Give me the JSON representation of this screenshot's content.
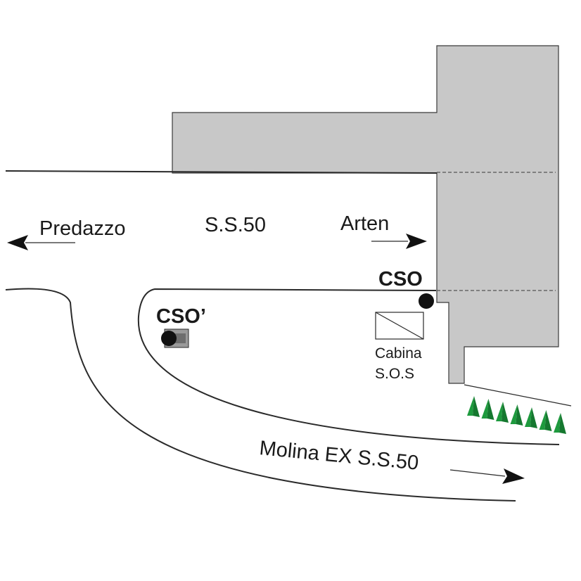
{
  "colors": {
    "building": "#c8c8c8",
    "outline": "#2a2a2a",
    "marker": "#111111",
    "vegetation": "#1e9a3e",
    "background": "#ffffff"
  },
  "roads": {
    "ss50_label": "S.S.50",
    "west_direction": "Predazzo",
    "east_direction": "Arten",
    "lower_road_label": "Molina EX S.S.50"
  },
  "markers": {
    "cso_label": "CSO",
    "cso_prime_label": "CSO’"
  },
  "sos_cabin": {
    "line1": "Cabina",
    "line2": "S.O.S"
  },
  "icons": [
    "arrow-left-icon",
    "arrow-right-icon",
    "sos-cabin-icon",
    "vehicle-icon",
    "tree-icon"
  ]
}
